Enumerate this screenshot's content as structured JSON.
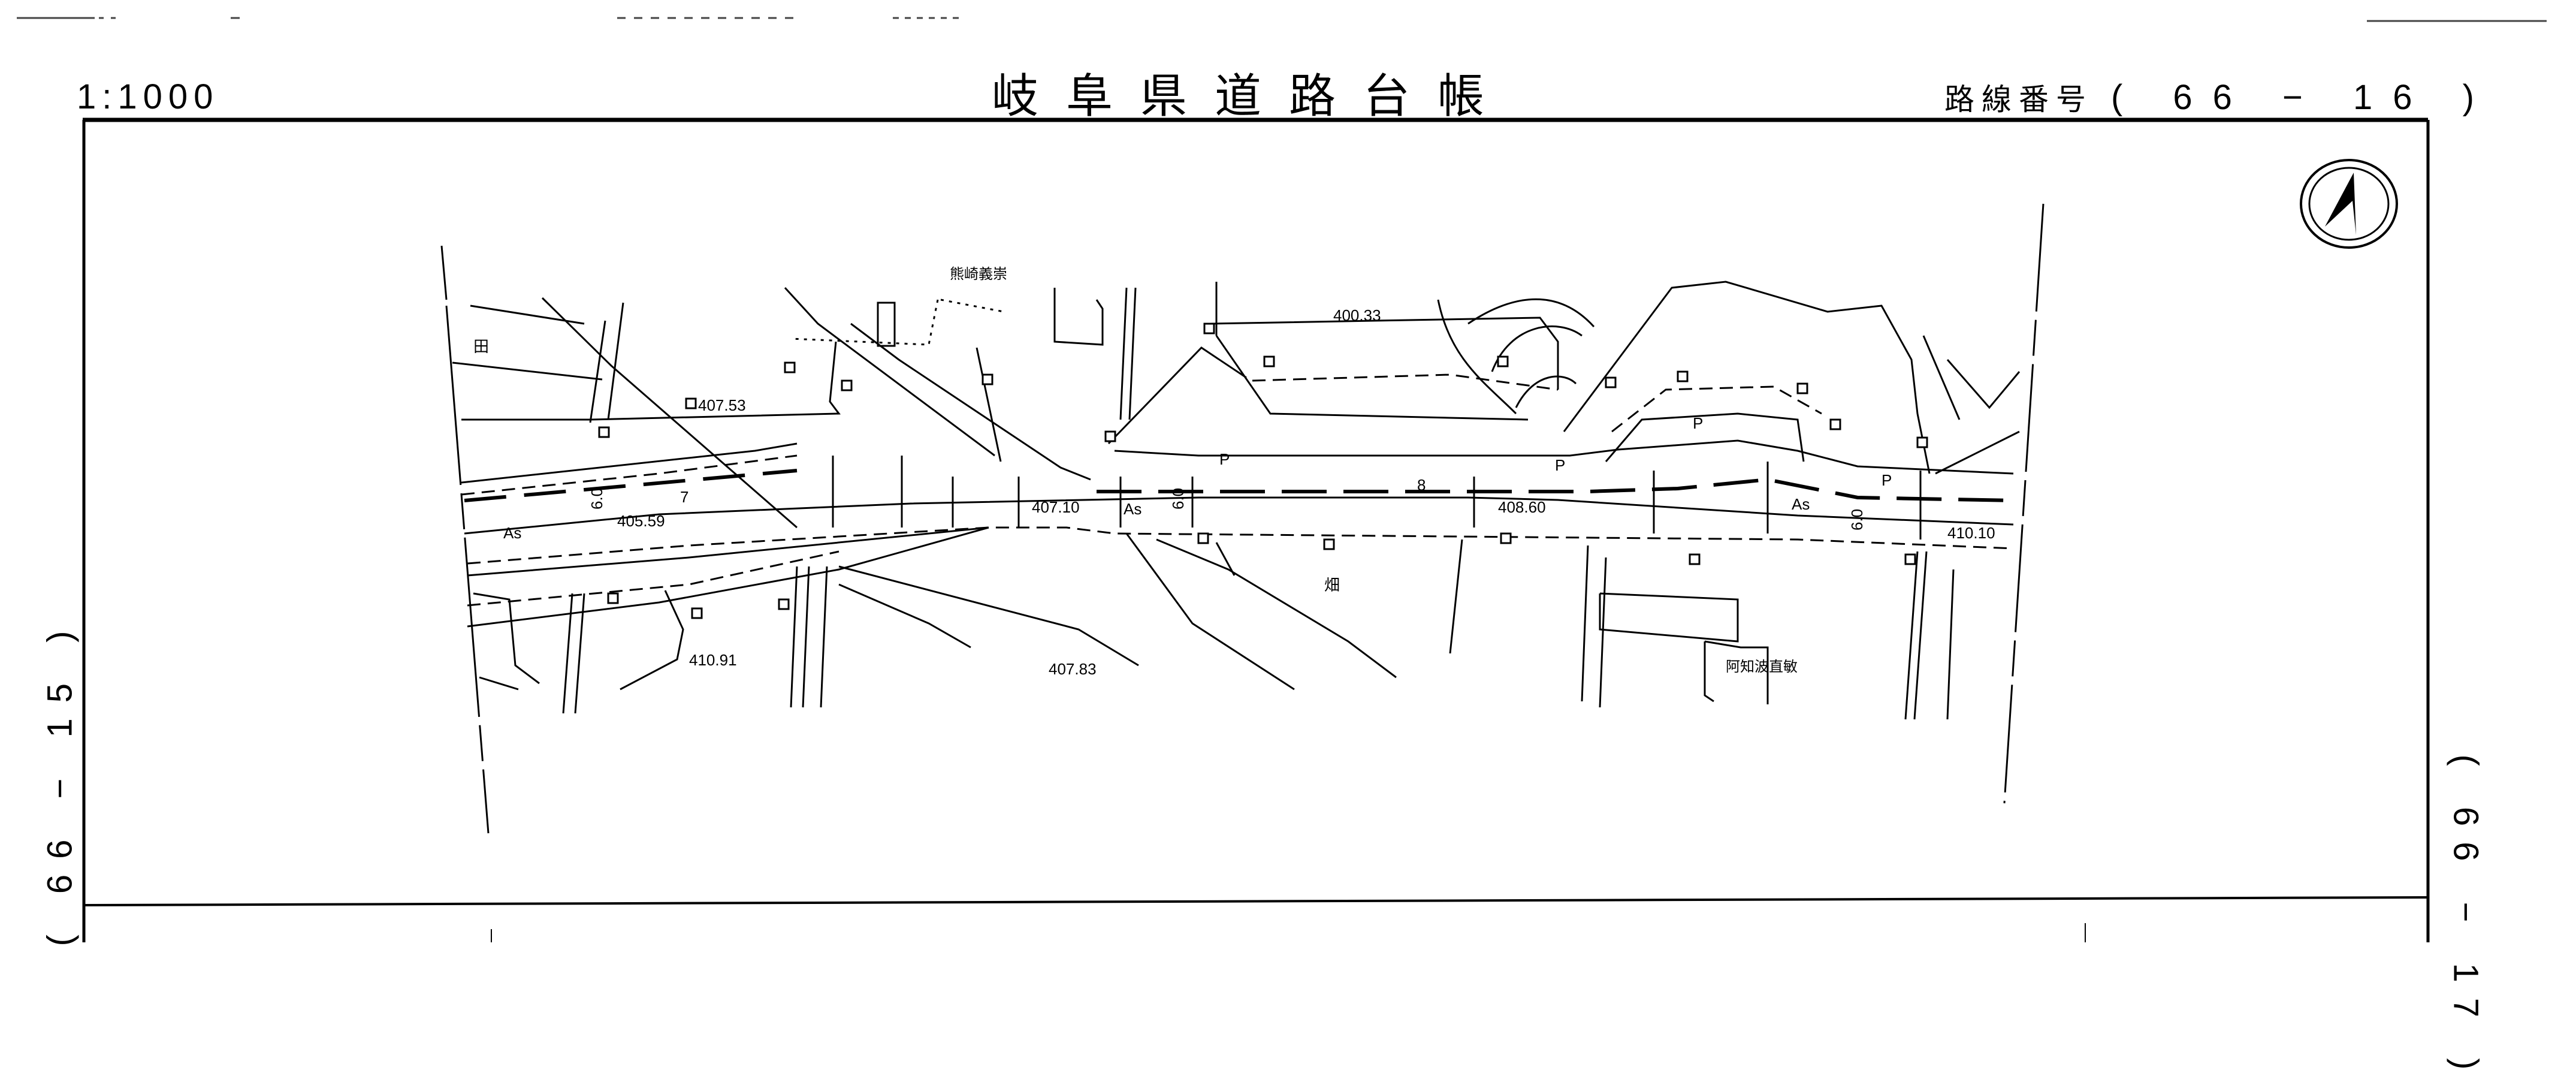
{
  "header": {
    "scale": "1:1000",
    "title": "岐阜県道路台帳",
    "route_label": "路線番号",
    "route_number": "( 66 − 16 )"
  },
  "sheet_refs": {
    "left": "( 66 − 15 )",
    "right": "( 66 − 17 )"
  },
  "map": {
    "owner_labels": [
      "熊崎義崇",
      "阿知波直敏"
    ],
    "elevations": [
      "407.53",
      "405.59",
      "407.10",
      "400.33",
      "408.60",
      "410.10",
      "410.91",
      "407.83"
    ],
    "surface_labels": [
      "As",
      "As",
      "As"
    ],
    "parking_labels": [
      "P",
      "P",
      "P",
      "P"
    ],
    "width_labels": [
      "6.0",
      "6.0",
      "6.0",
      "7",
      "8"
    ],
    "land_use_marks": [
      "田",
      "畑"
    ],
    "north_arrow": "north-arrow-icon"
  }
}
